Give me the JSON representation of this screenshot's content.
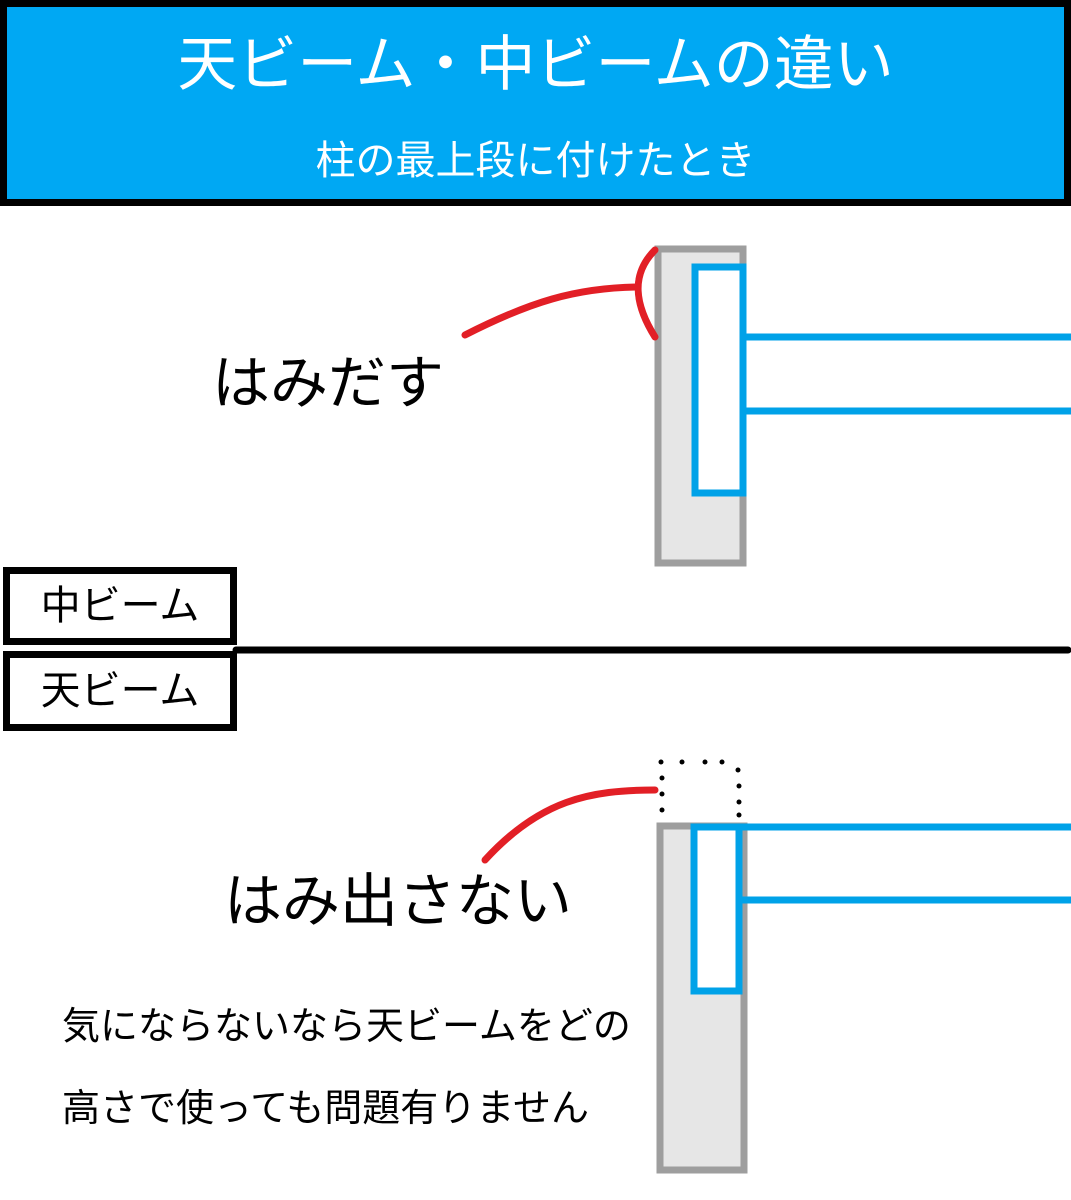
{
  "header": {
    "title": "天ビーム・中ビームの違い",
    "subtitle": "柱の最上段に付けたとき"
  },
  "top_diagram": {
    "label": "はみだす"
  },
  "legend": {
    "middle_beam": "中ビーム",
    "top_beam": "天ビーム"
  },
  "bottom_diagram": {
    "label": "はみ出さない",
    "note_line1": "気にならないなら天ビームをどの",
    "note_line2": "高さで使っても問題有りません"
  },
  "colors": {
    "header_bg": "#00a8f3",
    "post_fill": "#e6e6e6",
    "post_stroke": "#9e9e9e",
    "beam_stroke": "#00a2e8",
    "callout": "#e21f26",
    "divider": "#000000"
  }
}
